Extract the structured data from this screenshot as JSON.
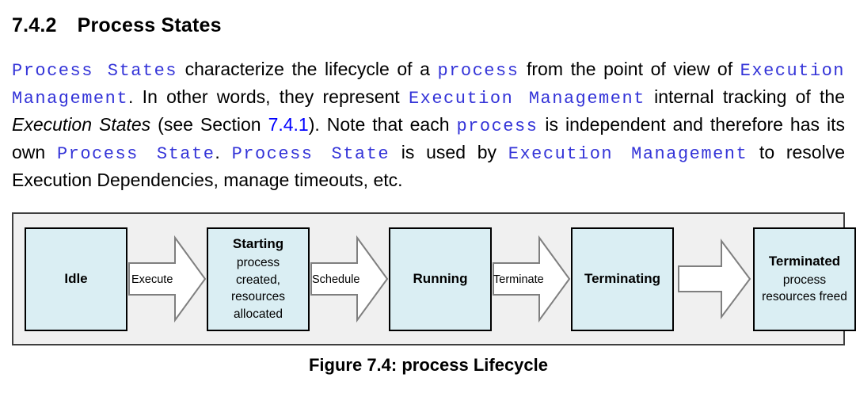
{
  "section": {
    "number": "7.4.2",
    "title": "Process States"
  },
  "paragraph": {
    "segments": [
      {
        "style": "code",
        "text": "Process States"
      },
      {
        "style": "plain",
        "text": " characterize the lifecycle of a "
      },
      {
        "style": "code",
        "text": "process"
      },
      {
        "style": "plain",
        "text": " from the point of view of "
      },
      {
        "style": "code",
        "text": "Execution Management"
      },
      {
        "style": "plain",
        "text": ". In other words, they represent "
      },
      {
        "style": "code",
        "text": "Execution Management"
      },
      {
        "style": "plain",
        "text": " internal tracking of the "
      },
      {
        "style": "italic",
        "text": "Execution States"
      },
      {
        "style": "plain",
        "text": " (see Section "
      },
      {
        "style": "link",
        "text": "7.4.1"
      },
      {
        "style": "plain",
        "text": "). Note that each "
      },
      {
        "style": "code",
        "text": "process"
      },
      {
        "style": "plain",
        "text": " is independent and therefore has its own "
      },
      {
        "style": "code",
        "text": "Process State"
      },
      {
        "style": "plain",
        "text": ". "
      },
      {
        "style": "code",
        "text": "Process State"
      },
      {
        "style": "plain",
        "text": " is used by "
      },
      {
        "style": "code",
        "text": "Execution Management"
      },
      {
        "style": "plain",
        "text": " to resolve Execution Dependencies, manage timeouts, etc."
      }
    ]
  },
  "figure": {
    "caption": "Figure 7.4: process Lifecycle",
    "stages": [
      {
        "label": "Idle",
        "sublabel": ""
      },
      {
        "label": "Starting",
        "sublabel": "process created, resources allocated"
      },
      {
        "label": "Running",
        "sublabel": ""
      },
      {
        "label": "Terminating",
        "sublabel": ""
      },
      {
        "label": "Terminated",
        "sublabel": "process resources freed"
      }
    ],
    "arrows": [
      {
        "label": "Execute"
      },
      {
        "label": "Schedule"
      },
      {
        "label": "Terminate"
      },
      {
        "label": ""
      }
    ]
  },
  "colors": {
    "code_text": "#3434d8",
    "link_text": "#0000ff",
    "box_fill": "#daeef3",
    "frame_bg": "#f0f0f0",
    "arrow_stroke": "#7f7f7f"
  }
}
